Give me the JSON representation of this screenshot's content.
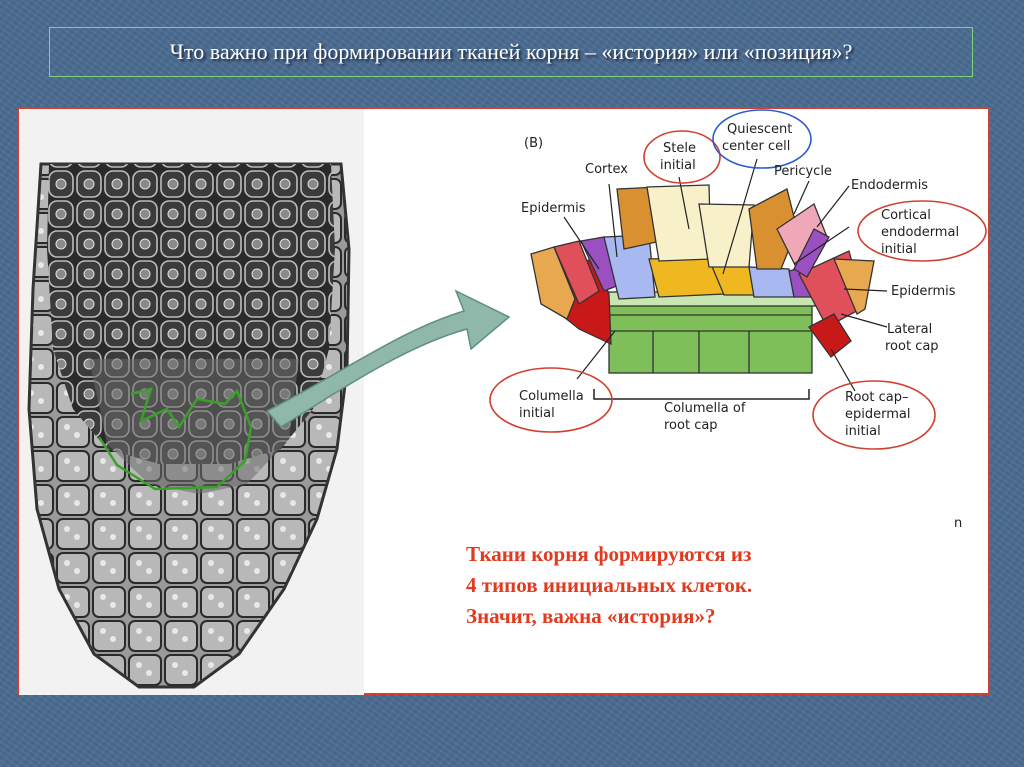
{
  "title": "Что важно при формировании тканей корня – «история» или «позиция»?",
  "figure": {
    "panel_letter": "(B)",
    "labels": {
      "quiescent_1": "Quiescent",
      "quiescent_2": "center cell",
      "stele_1": "Stele",
      "stele_2": "initial",
      "cortex": "Cortex",
      "pericycle": "Pericycle",
      "endodermis": "Endodermis",
      "epidermis_left": "Epidermis",
      "cortical_1": "Cortical",
      "cortical_2": "endodermal",
      "cortical_3": "initial",
      "epidermis_right": "Epidermis",
      "lateral_1": "Lateral",
      "lateral_2": "root cap",
      "columella_initial_1": "Columella",
      "columella_initial_2": "initial",
      "columella_root_1": "Columella of",
      "columella_root_2": "root cap",
      "rootcap_epi_1": "Root cap–",
      "rootcap_epi_2": "epidermal",
      "rootcap_epi_3": "initial"
    },
    "stray_glyph": "n"
  },
  "caption": {
    "line1": "Ткани корня формируются из",
    "line2": "4 типов инициальных клеток.",
    "line3": "Значит, важна «история»?"
  },
  "colors": {
    "background": "#4a6b91",
    "panel_border": "#d04030",
    "caption_text": "#e23a1e",
    "outline_green": "#3aa02a",
    "circle_red": "#d04030",
    "circle_blue": "#2a5bd0"
  }
}
